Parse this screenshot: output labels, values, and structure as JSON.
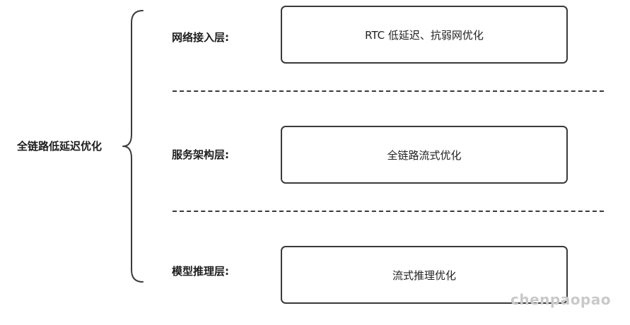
{
  "root": {
    "label": "全链路低延迟优化"
  },
  "layers": [
    {
      "label": "网络接入层:",
      "content": "RTC 低延迟、抗弱网优化"
    },
    {
      "label": "服务架构层:",
      "content": "全链路流式优化"
    },
    {
      "label": "模型推理层:",
      "content": "流式推理优化"
    }
  ],
  "watermark": "chenpaopao",
  "colors": {
    "line": "#3a3a3a",
    "text": "#222222",
    "watermark": "#c9c9c9"
  }
}
